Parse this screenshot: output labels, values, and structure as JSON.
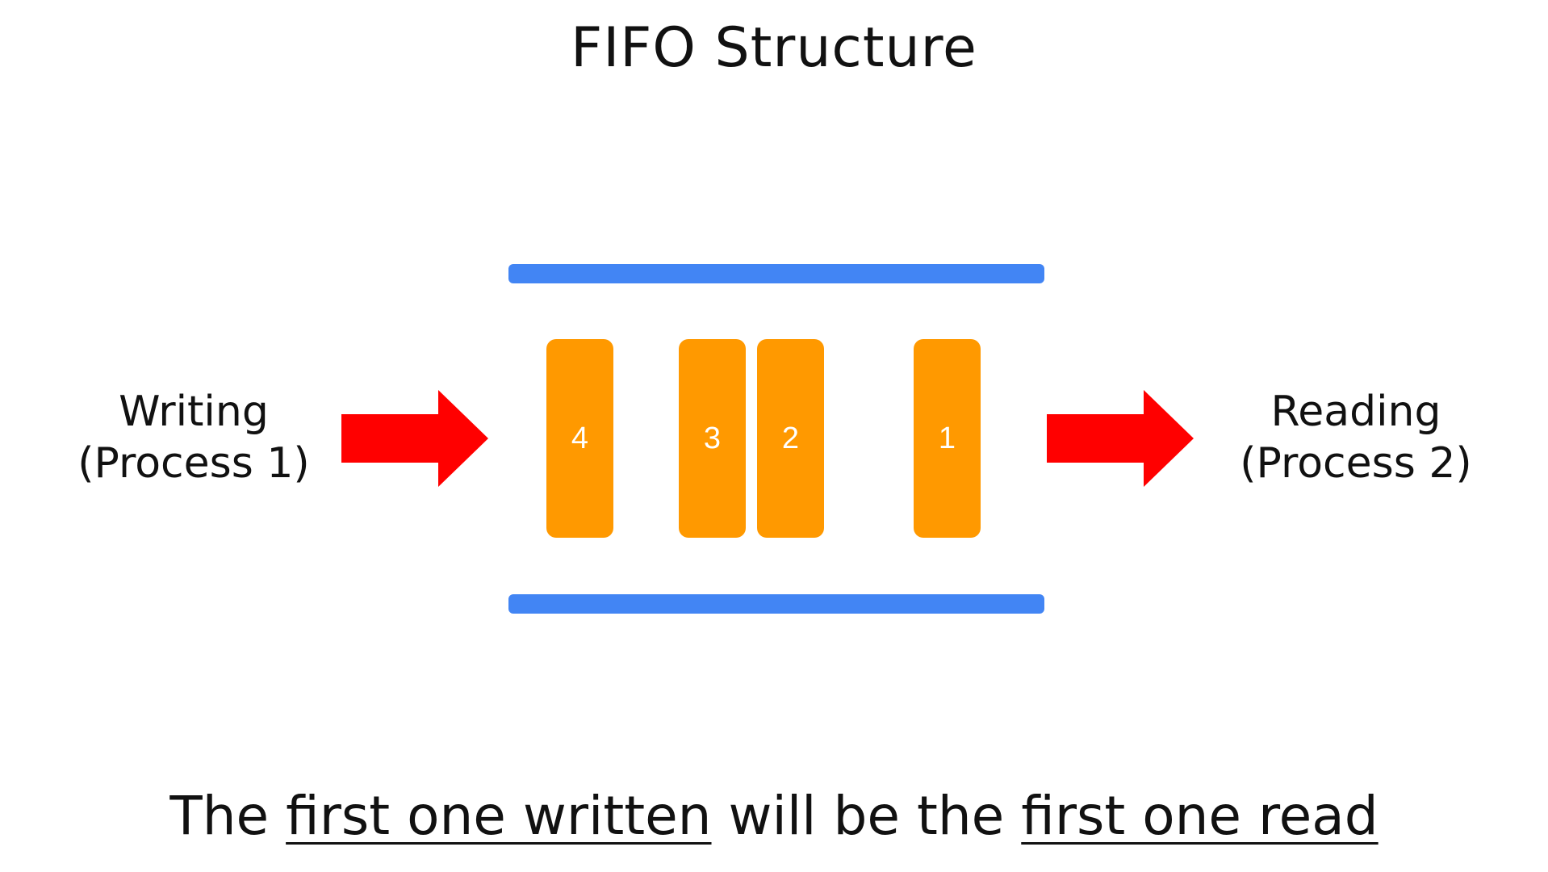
{
  "title": "FIFO Structure",
  "writer": {
    "line1": "Writing",
    "line2": "(Process 1)"
  },
  "reader": {
    "line1": "Reading",
    "line2": "(Process 2)"
  },
  "blocks": [
    "4",
    "3",
    "2",
    "1"
  ],
  "caption": {
    "part1": "The",
    "emph1": "first one written",
    "part2": "will be the",
    "emph2": "first one read"
  },
  "colors": {
    "rail": "#4285f4",
    "block": "#ff9900",
    "arrow": "#ff0000",
    "text": "#111111",
    "background": "#ffffff"
  }
}
